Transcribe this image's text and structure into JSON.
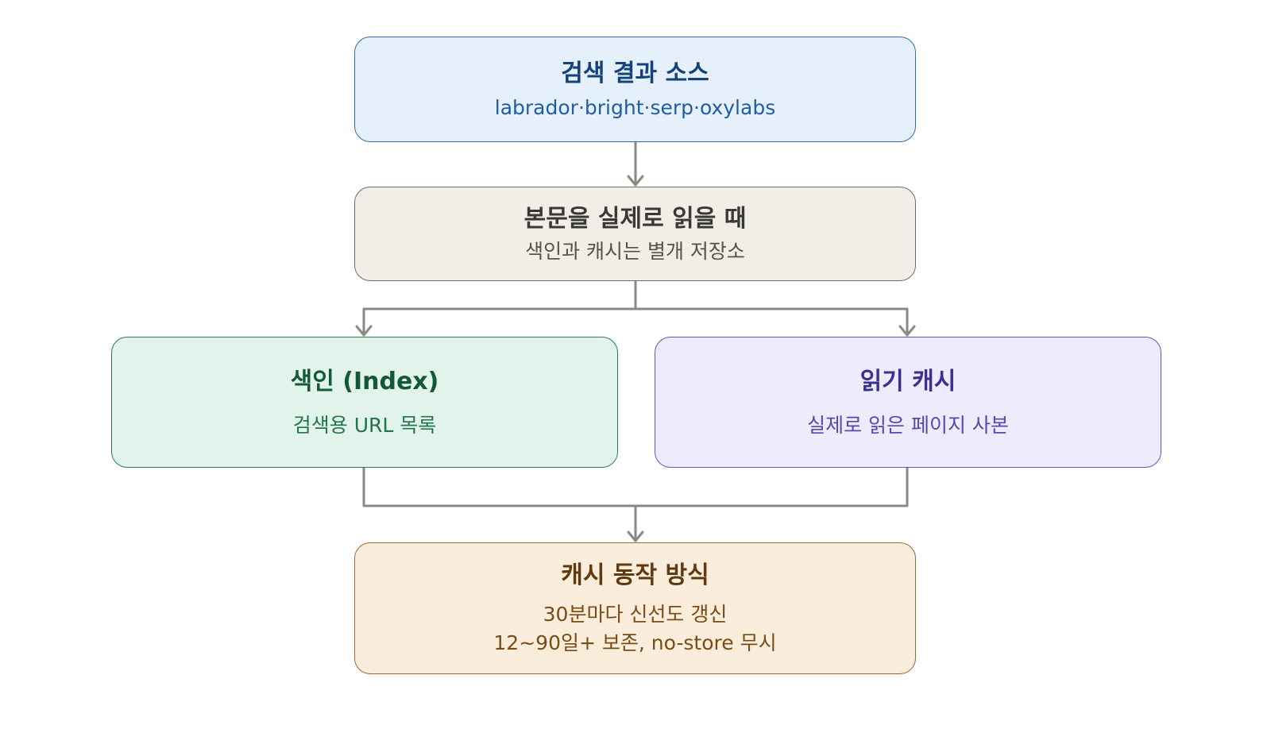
{
  "nodes": {
    "source": {
      "title": "검색 결과 소스",
      "line1": "labrador·bright·serp·oxylabs"
    },
    "read": {
      "title": "본문을 실제로 읽을 때",
      "line1": "색인과 캐시는 별개 저장소"
    },
    "index": {
      "title": "색인 (Index)",
      "line1": "검색용 URL 목록"
    },
    "cache": {
      "title": "읽기 캐시",
      "line1": "실제로 읽은 페이지 사본"
    },
    "behavior": {
      "title": "캐시 동작 방식",
      "line1": "30분마다 신선도 갱신",
      "line2": "12~90일+ 보존, no-store 무시"
    }
  },
  "colors": {
    "connector": "#8a8a84",
    "source_fill": "#e5f0fb",
    "read_fill": "#f1eee7",
    "index_fill": "#e1f3ea",
    "cache_fill": "#edecfc",
    "behavior_fill": "#faeddb"
  }
}
